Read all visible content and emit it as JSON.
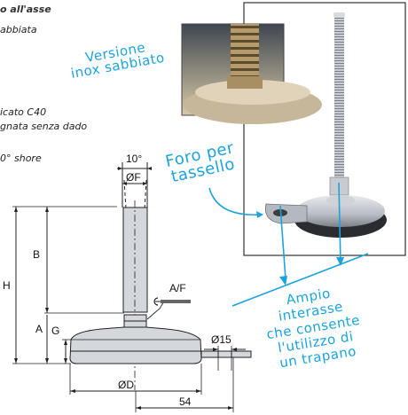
{
  "specs": {
    "title": "o all'asse",
    "line1": "abbiata",
    "line2": "icato C40",
    "line3": "gnata senza dado",
    "line4": "0° shore"
  },
  "callouts": {
    "inox": [
      "Versione",
      "inox sabbiato"
    ],
    "foro": [
      "Foro per",
      "tassello"
    ],
    "ampio": [
      "Ampio",
      "interasse",
      "che consente",
      "l'utilizzo di",
      "un trapano"
    ]
  },
  "dimensions": {
    "angle": "10°",
    "f": "ØF",
    "b": "B",
    "h": "H",
    "af": "A/F",
    "a": "A",
    "g": "G",
    "hole": "Ø15",
    "d": "ØD",
    "offset": "54"
  },
  "colors": {
    "accent": "#1aa3dd",
    "drawing_fill": "#d4d7dc",
    "line": "#222222"
  }
}
